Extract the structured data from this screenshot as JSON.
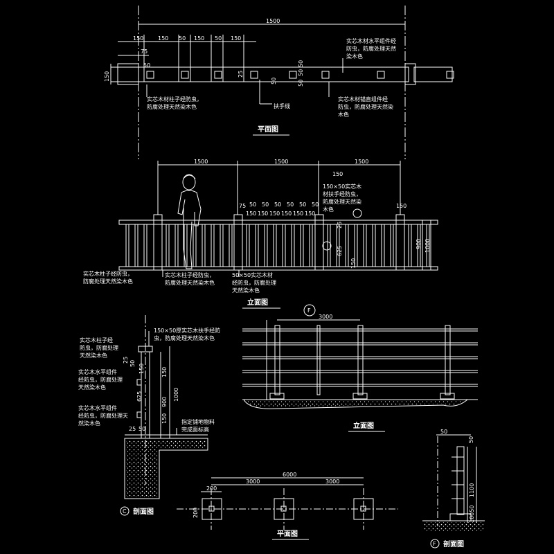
{
  "colors": {
    "background": "#000000",
    "line": "#ffffff"
  },
  "plan_top": {
    "title": "平面图",
    "dims": {
      "total": "1500",
      "a": "150",
      "b": "150",
      "c": "50",
      "d": "150",
      "e": "50",
      "f": "150",
      "g": "75",
      "h": "50",
      "v1": "150",
      "v2": "50",
      "v3": "50",
      "v4": "50",
      "v5": "50",
      "v6": "25",
      "v7": "50"
    },
    "note_horizontal": "实芯木材水平组件经防虫，防腐处理天然染木色",
    "note_post": "实芯木材柱子经防虫，防腐处理天然染木色",
    "note_handrail": "扶手线",
    "note_vertical": "实芯木材锚直组件经防虫，防腐处理天然染木色"
  },
  "elevation_top": {
    "title": "立面图",
    "dims": {
      "span1": "1500",
      "span2": "1500",
      "span3": "1500",
      "post_w": "150",
      "post_w2": "150",
      "top": "75",
      "slat": "50",
      "gap": "150",
      "h900": "900",
      "h1000": "1000",
      "h625": "625",
      "h150": "150",
      "h25": "25",
      "b150": "150"
    },
    "slat_labels": [
      "50",
      "50",
      "50",
      "50",
      "50",
      "50"
    ],
    "gap_labels": [
      "150",
      "150",
      "150",
      "150",
      "150",
      "150"
    ],
    "note_handrail": "150×50实芯木材扶手经防虫，防腐处理天然染木色",
    "note_post": "实芯木柱子经防虫，防腐处理天然染木色",
    "note_post2": "实芯木柱子经防虫，防腐处理天然染木色",
    "note_rail": "50×50实芯木材经防虫，防腐处理天然染木色"
  },
  "section_c": {
    "title": "剖面图",
    "marker": "C",
    "note_handrail": "150×50厚实芯木扶手经防虫，防腐处理天然染木色",
    "note_post": "实芯木柱子经防虫，防腐处理天然染木色",
    "note_rail1": "实芯木水平组件经防虫，防腐处理天然染木色",
    "note_rail2": "实芯木水平组件经防虫，防腐处理天然染木色",
    "note_paving": "指定铺地物料完成面标高",
    "dims": {
      "d25a": "25",
      "d50": "50",
      "d150a": "150",
      "d625": "625",
      "d1000": "1000",
      "d150b": "150",
      "d25b": "25",
      "d50b": "50",
      "d150c": "150",
      "d900": "900"
    }
  },
  "elevation_f": {
    "title": "立面图",
    "marker": "F",
    "dims": {
      "span": "3000"
    }
  },
  "plan_bottom": {
    "title": "平面图",
    "dims": {
      "total": "6000",
      "s1": "3000",
      "s2": "3000",
      "w200": "200",
      "h200": "200"
    }
  },
  "section_f": {
    "title": "剖面图",
    "marker": "F",
    "dims": {
      "d50a": "50",
      "d50b": "50",
      "d1100": "1100",
      "d10050": "10050"
    }
  }
}
